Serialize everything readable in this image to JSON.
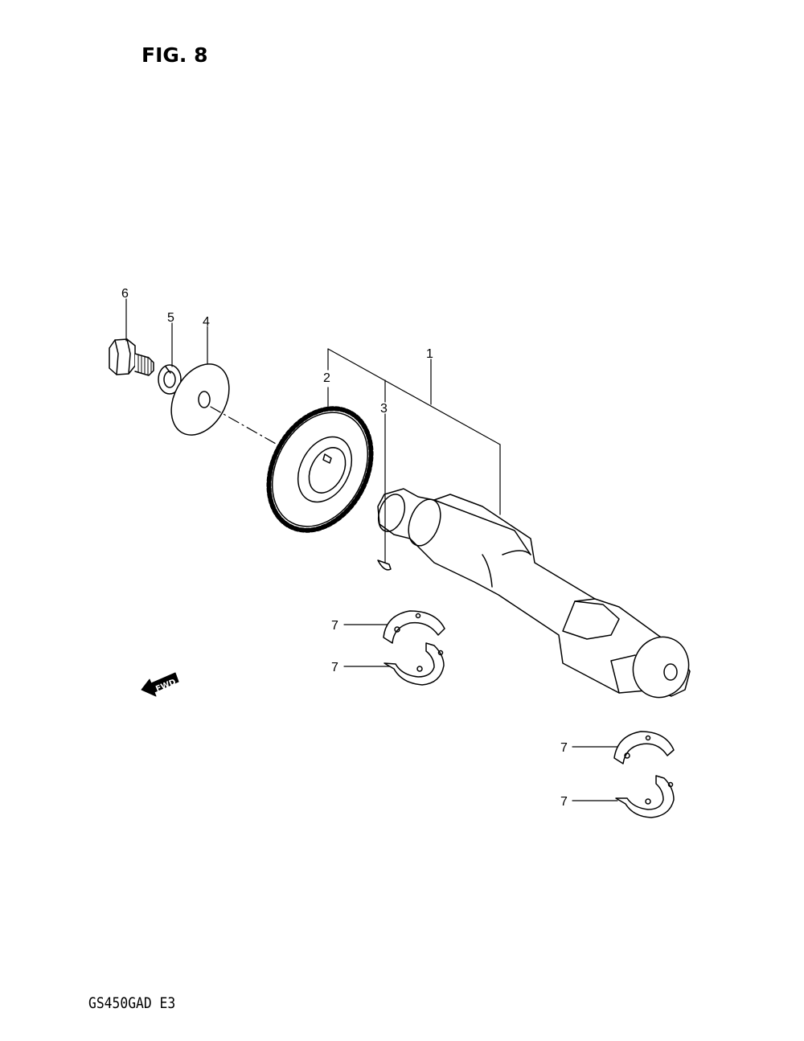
{
  "header": {
    "figure_label": "FIG. 8"
  },
  "footer": {
    "model_code": "GS450GAD  E3"
  },
  "direction_marker": {
    "label": "FWD",
    "icon": "forward-arrow-icon"
  },
  "callouts": {
    "c1": "1",
    "c2": "2",
    "c3": "3",
    "c4": "4",
    "c5": "5",
    "c6": "6",
    "c7a": "7",
    "c7b": "7",
    "c7c": "7",
    "c7d": "7"
  },
  "colors": {
    "ink": "#000000",
    "paper": "#ffffff"
  }
}
